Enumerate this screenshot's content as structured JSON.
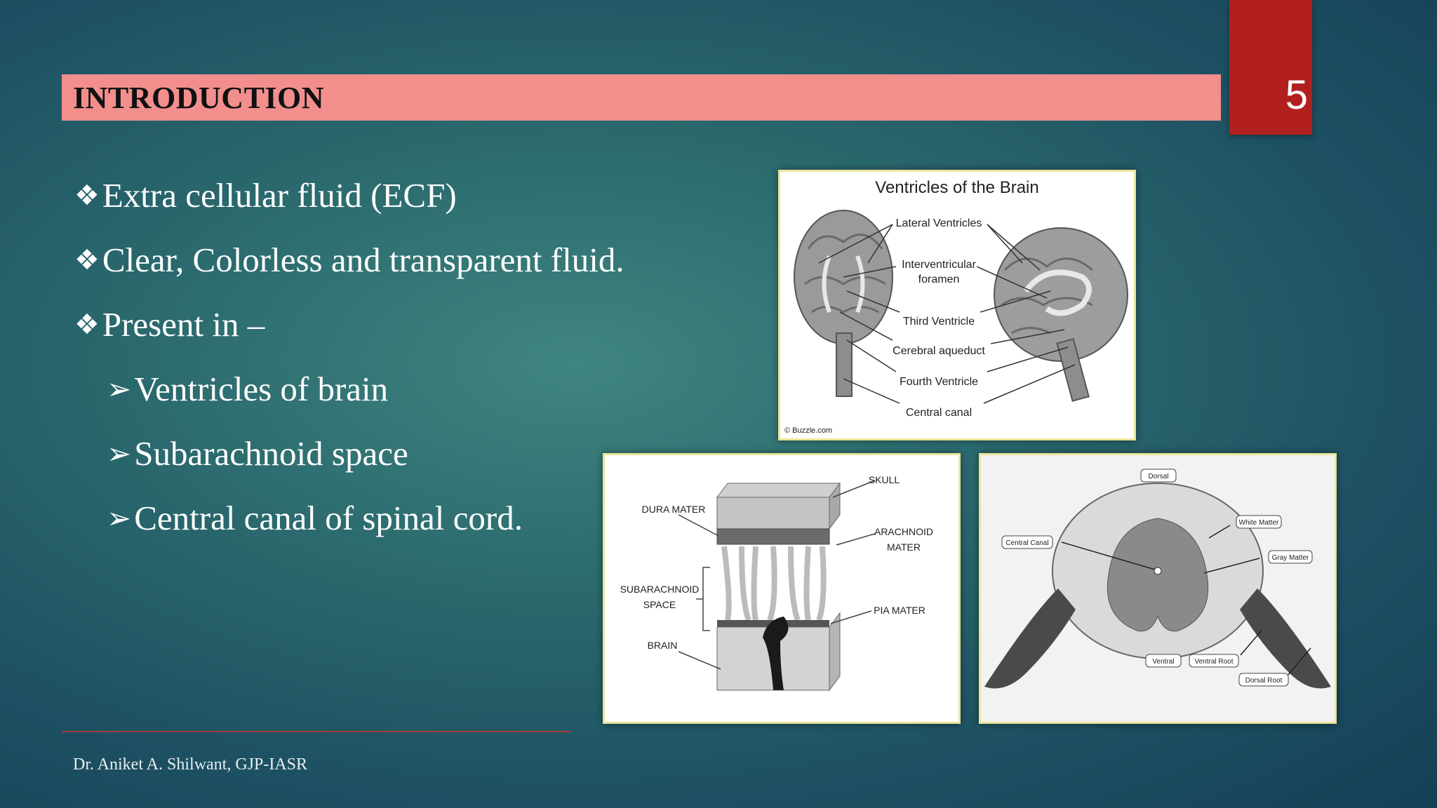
{
  "slide": {
    "title": "INTRODUCTION",
    "page_number": "5",
    "bullets": [
      {
        "symbol": "❖",
        "text": "Extra cellular fluid (ECF)"
      },
      {
        "symbol": "❖",
        "text": "Clear, Colorless and transparent fluid."
      },
      {
        "symbol": "❖",
        "text": "Present in –"
      }
    ],
    "sub_bullets": [
      {
        "symbol": "➢",
        "text": "Ventricles of brain"
      },
      {
        "symbol": "➢",
        "text": "Subarachnoid space"
      },
      {
        "symbol": "➢",
        "text": "Central canal of spinal cord."
      }
    ],
    "footer": "Dr. Aniket A. Shilwant, GJP-IASR"
  },
  "figure_brain": {
    "title": "Ventricles of the Brain",
    "labels": [
      "Lateral Ventricles",
      "Interventricular",
      "foramen",
      "Third Ventricle",
      "Cerebral aqueduct",
      "Fourth Ventricle",
      "Central canal"
    ],
    "credit": "© Buzzle.com"
  },
  "figure_meninges": {
    "labels": [
      "SKULL",
      "DURA MATER",
      "ARACHNOID",
      "MATER",
      "SUBARACHNOID",
      "SPACE",
      "PIA MATER",
      "BRAIN"
    ]
  },
  "figure_spinal": {
    "labels": [
      "Dorsal",
      "White Matter",
      "Central Canal",
      "Gray Matter",
      "Ventral",
      "Ventral Root",
      "Dorsal Root"
    ]
  }
}
